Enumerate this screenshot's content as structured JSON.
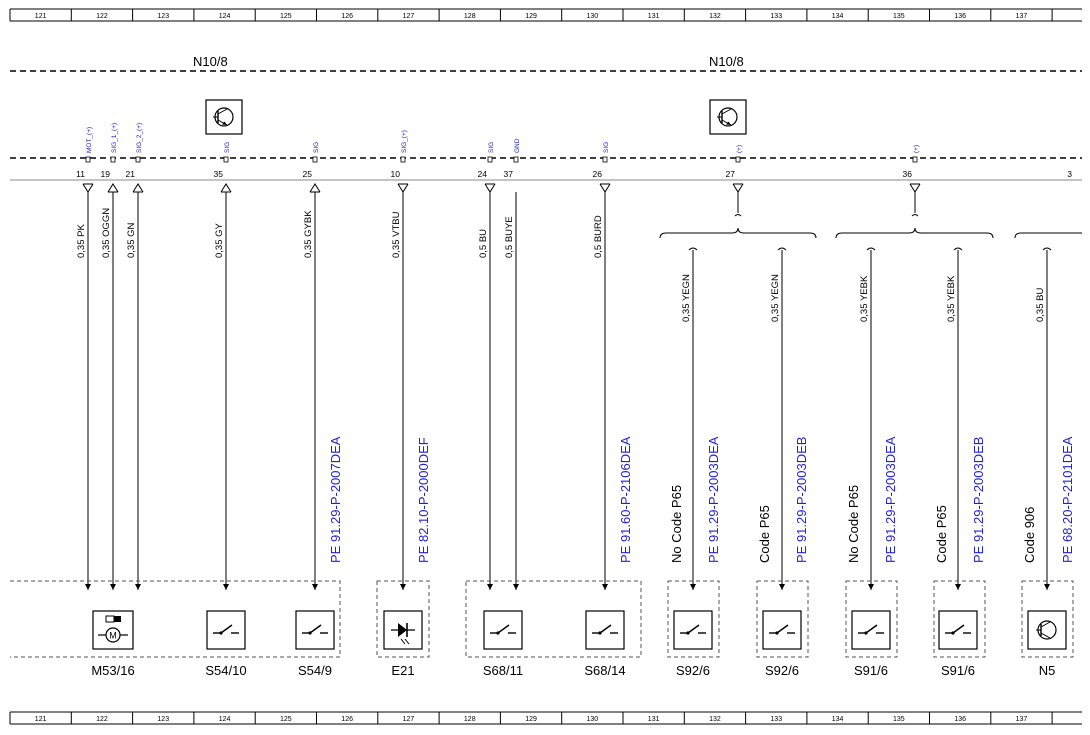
{
  "ruler": [
    "121",
    "122",
    "123",
    "124",
    "125",
    "126",
    "127",
    "128",
    "129",
    "130",
    "131",
    "132",
    "133",
    "134",
    "135",
    "136",
    "137"
  ],
  "modules": [
    {
      "name": "N10/8"
    },
    {
      "name": "N10/8"
    }
  ],
  "connector_pins": [
    {
      "signal": "MOT_(+)",
      "pin": "11",
      "type": "out"
    },
    {
      "signal": "",
      "pin": "19",
      "type": "in"
    },
    {
      "signal": "SIG_1_(+)",
      "pin": "",
      "type": "none"
    },
    {
      "signal": "SIG_2_(+)",
      "pin": "21",
      "type": "in"
    },
    {
      "signal": "SIG",
      "pin": "35",
      "type": "in"
    },
    {
      "signal": "SIG",
      "pin": "25",
      "type": "in"
    },
    {
      "signal": "SIG_(+)",
      "pin": "10",
      "type": "out"
    },
    {
      "signal": "SIG",
      "pin": "24",
      "type": "out"
    },
    {
      "signal": "GND",
      "pin": "37",
      "type": "none"
    },
    {
      "signal": "SIG",
      "pin": "26",
      "type": "out"
    },
    {
      "signal": "(+)",
      "pin": "27",
      "type": "out"
    },
    {
      "signal": "(+)",
      "pin": "36",
      "type": "out"
    },
    {
      "signal": "",
      "pin": "3",
      "type": "none"
    }
  ],
  "wires": [
    {
      "label": "0,35 PK"
    },
    {
      "label": "0,35 OGGN"
    },
    {
      "label": "0,35 GN"
    },
    {
      "label": "0,35 GY"
    },
    {
      "label": "0,35 GYBK"
    },
    {
      "label": "0,35 VTBU"
    },
    {
      "label": "0,5 BU"
    },
    {
      "label": "0,5 BUYE"
    },
    {
      "label": "0,5 BURD"
    },
    {
      "label": "0,35 YEGN"
    },
    {
      "label": "0,35 YEGN"
    },
    {
      "label": "0,35 YEBK"
    },
    {
      "label": "0,35 YEBK"
    },
    {
      "label": "0,35 BU"
    }
  ],
  "references": [
    {
      "text": "PE 91.29-P-2007DEA"
    },
    {
      "text": "PE 82.10-P-2000DEF"
    },
    {
      "text": "PE 91.60-P-2106DEA"
    },
    {
      "text": "PE 91.29-P-2003DEA"
    },
    {
      "text": "PE 91.29-P-2003DEB"
    },
    {
      "text": "PE 91.29-P-2003DEA"
    },
    {
      "text": "PE 91.29-P-2003DEB"
    },
    {
      "text": "PE 68.20-P-2101DEA"
    }
  ],
  "codes": [
    {
      "text": "No Code P65"
    },
    {
      "text": "Code P65"
    },
    {
      "text": "No Code P65"
    },
    {
      "text": "Code P65"
    },
    {
      "text": "Code 906"
    }
  ],
  "components": [
    {
      "label": "M53/16",
      "symbol": "motor-icon"
    },
    {
      "label": "S54/10",
      "symbol": "switch-icon"
    },
    {
      "label": "S54/9",
      "symbol": "switch-icon"
    },
    {
      "label": "E21",
      "symbol": "led-icon"
    },
    {
      "label": "S68/11",
      "symbol": "switch-icon"
    },
    {
      "label": "S68/14",
      "symbol": "switch-icon"
    },
    {
      "label": "S92/6",
      "symbol": "switch-icon"
    },
    {
      "label": "S92/6",
      "symbol": "switch-icon"
    },
    {
      "label": "S91/6",
      "symbol": "switch-icon"
    },
    {
      "label": "S91/6",
      "symbol": "switch-icon"
    },
    {
      "label": "N5",
      "symbol": "control-unit-icon"
    }
  ],
  "colors": {
    "line": "#000000",
    "reference_link": "#1f1fd6",
    "signal_label": "#2323d8",
    "connector_line": "#8a8a8a"
  }
}
